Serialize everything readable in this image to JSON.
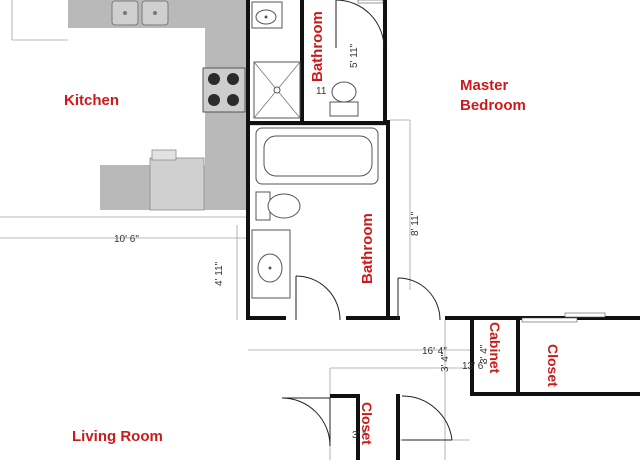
{
  "rooms": {
    "kitchen": "Kitchen",
    "master_bedroom_line1": "Master",
    "master_bedroom_line2": "Bedroom",
    "bathroom_upper": "Bathroom",
    "bathroom_lower": "Bathroom",
    "living_room": "Living Room",
    "cabinet": "Cabinet",
    "closet_right": "Closet",
    "closet_lower": "Closet"
  },
  "dimensions": {
    "kitchen_width": "10' 6\"",
    "door_5_11": "5' 11\"",
    "bath_11": "11",
    "hall_8_11": "8' 11\"",
    "bath_4_11": "4' 11\"",
    "hall_16_4": "16' 4\"",
    "hall_3_4": "3' 4\"",
    "hall_13_6": "13' 6\"",
    "cab_3_4": "3' 4\"",
    "closet_3": "3' \""
  },
  "colors": {
    "label": "#cc1a1a",
    "wall": "#111111",
    "counter": "#b9b9b9"
  },
  "icons": [
    "double-sink-icon",
    "stove-icon",
    "refrigerator-icon",
    "toilet-icon",
    "bathtub-icon",
    "shower-icon",
    "sink-icon",
    "door-swing-icon"
  ]
}
